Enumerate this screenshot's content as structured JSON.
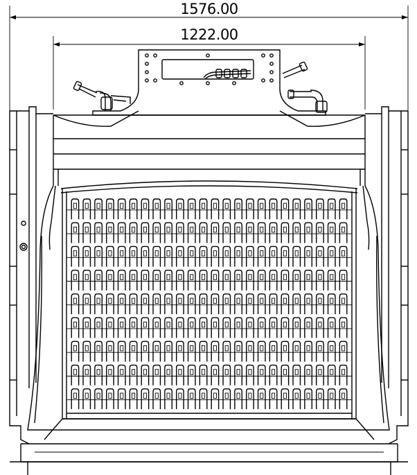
{
  "dimensions": {
    "overall_width": "1576.00",
    "inner_width": "1222.00"
  },
  "colors": {
    "line": "#000000",
    "background": "#ffffff"
  },
  "screen": {
    "tooth_columns": 24,
    "tooth_rows": 9
  }
}
